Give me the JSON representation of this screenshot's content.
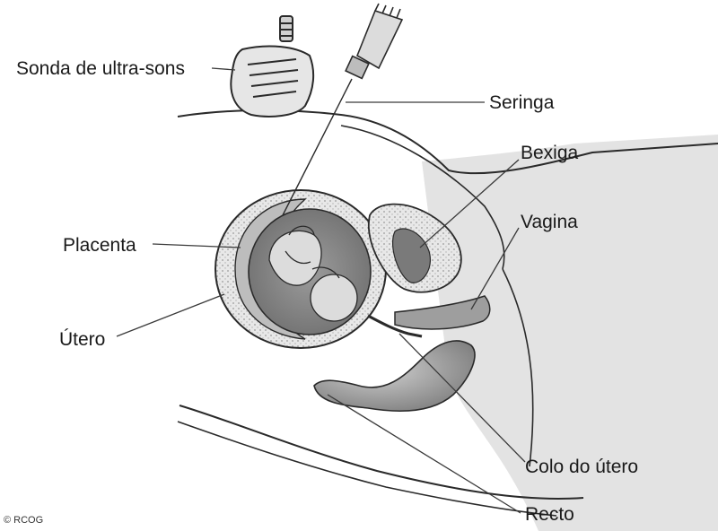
{
  "labels": {
    "probe": "Sonda de ultra-sons",
    "syringe": "Seringa",
    "bladder": "Bexiga",
    "vagina": "Vagina",
    "placenta": "Placenta",
    "uterus": "Útero",
    "cervix": "Colo do útero",
    "rectum": "Recto"
  },
  "credit": "© RCOG",
  "colors": {
    "outline": "#2a2a2a",
    "skin": "#e6e6e6",
    "organ_dark": "#8c8c8c",
    "organ_mid": "#b4b4b4",
    "placenta": "#d2d2d2",
    "fluid": "#f4f4f4"
  }
}
